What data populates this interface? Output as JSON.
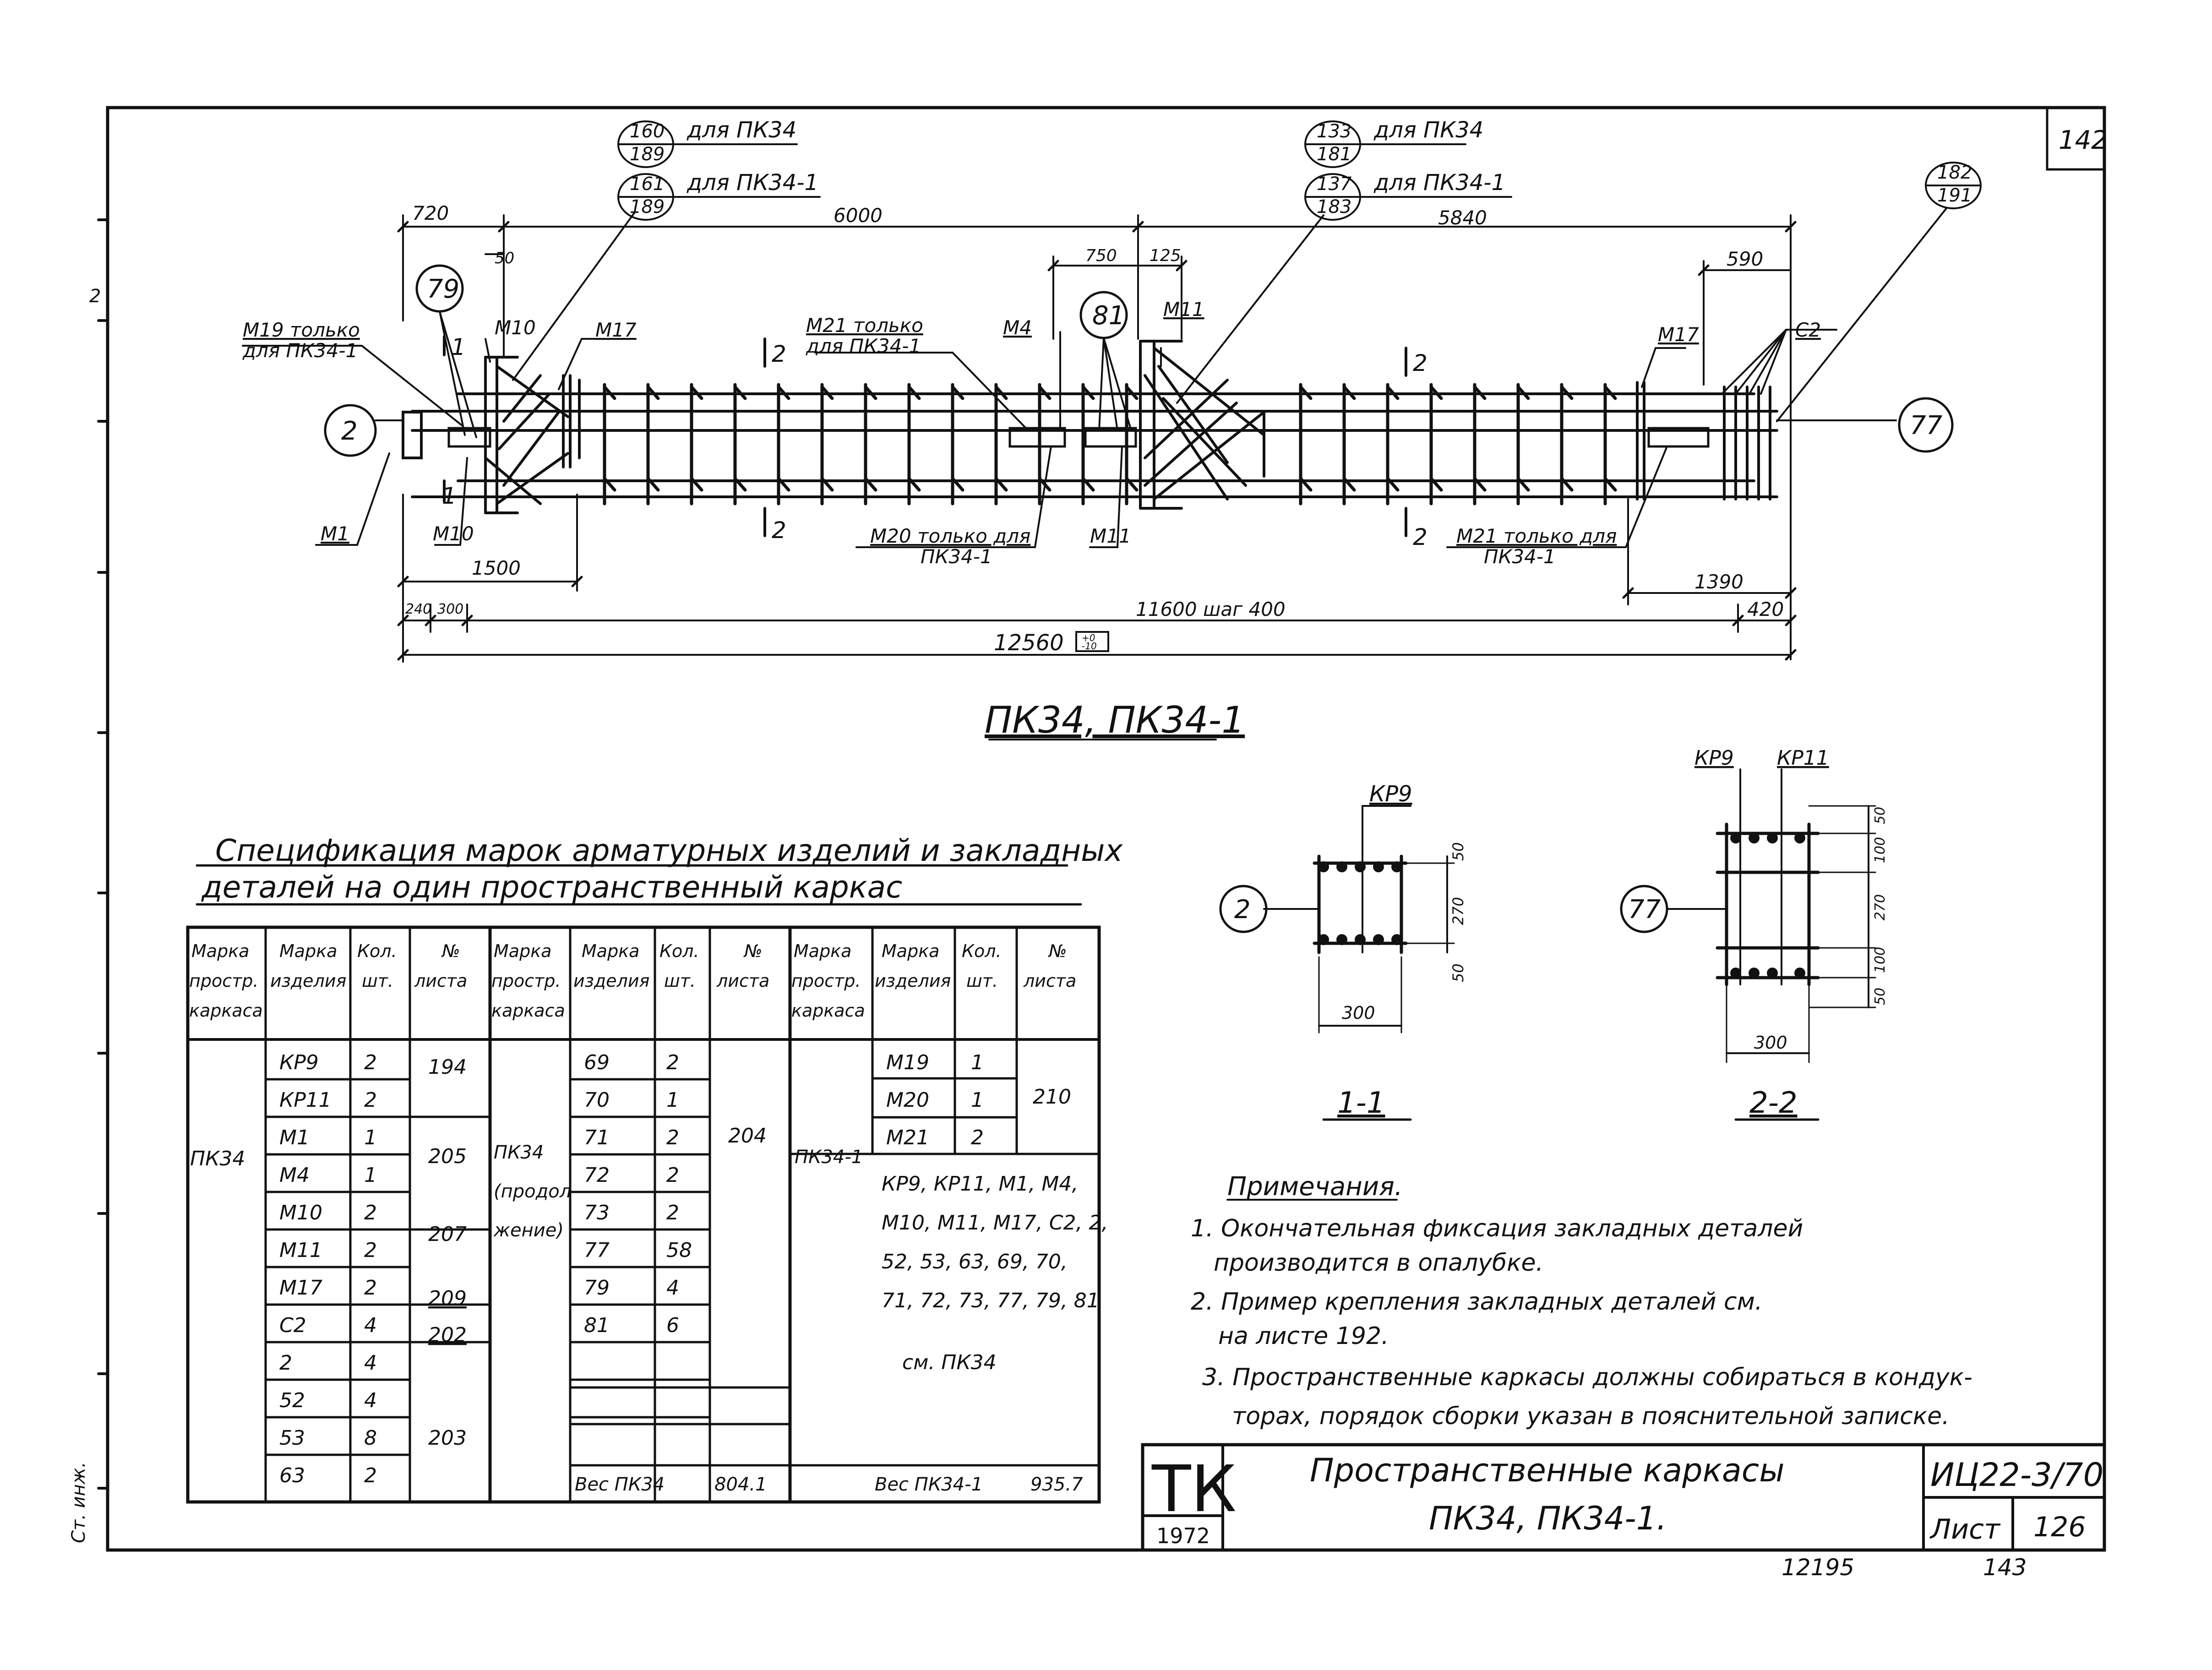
{
  "sheet": {
    "corner_number": "142",
    "designation": "ИЦ22-3/70",
    "list_label": "Лист",
    "list_number": "126",
    "org": "ТК",
    "year": "1972",
    "title_line1": "Пространственные каркасы",
    "title_line2": "ПК34, ПК34-1.",
    "bottom_note_1": "12195",
    "bottom_note_2": "143",
    "left_edge_text": "Ст. инж.",
    "left_edge_number": "2"
  },
  "drawing": {
    "title": "ПК34, ПК34-1",
    "callouts": {
      "c1_top": "160",
      "c1_bottom": "189",
      "c1_text": "для ПК34",
      "c2_top": "161",
      "c2_bottom": "189",
      "c2_text": "для ПК34-1",
      "c3_top": "133",
      "c3_bottom": "181",
      "c3_text": "для ПК34",
      "c4_top": "137",
      "c4_bottom": "183",
      "c4_text": "для ПК34-1",
      "c5_top": "182",
      "c5_bottom": "191"
    },
    "circles": {
      "left_end": "2",
      "right_end": "77",
      "mark_79": "79",
      "mark_81": "81"
    },
    "dims": {
      "d720": "720",
      "d6000": "6000",
      "d5840": "5840",
      "d50": "50",
      "d750": "750",
      "d125": "125",
      "d590": "590",
      "d1500": "1500",
      "d1390": "1390",
      "d240": "240",
      "d300": "300",
      "d11600": "11600 шаг 400",
      "d420": "420",
      "d12560": "12560",
      "tol_top": "+0",
      "tol_bottom": "-10"
    },
    "labels": {
      "m19": "М19 только",
      "m19b": "для ПК34-1",
      "m10_top": "М10",
      "m17_left": "М17",
      "m21_top": "М21 только",
      "m21_top_b": "для ПК34-1",
      "m4": "М4",
      "m11_top": "М11",
      "m17_right": "М17",
      "c2": "С2",
      "m1": "М1",
      "m10_bot": "М10",
      "m20": "М20 только для",
      "m20b": "ПК34-1",
      "m11_bot": "М11",
      "m21_bot": "М21 только для",
      "m21_bot_b": "ПК34-1",
      "sec1": "1",
      "sec2": "2"
    }
  },
  "sections": {
    "s11": {
      "title": "1-1",
      "kr": "КР9",
      "circle": "2",
      "d50a": "50",
      "d270": "270",
      "d50b": "50",
      "d300": "300"
    },
    "s22": {
      "title": "2-2",
      "kr1": "КР9",
      "kr2": "КР11",
      "circle": "77",
      "d50a": "50",
      "d100a": "100",
      "d270": "270",
      "d100b": "100",
      "d50b": "50",
      "d300": "300"
    }
  },
  "spec": {
    "title_line1": "Спецификация марок арматурных изделий и закладных",
    "title_line2": "деталей на один пространственный каркас",
    "headers": {
      "h1a": "Марка",
      "h1b": "простр.",
      "h1c": "каркаса",
      "h2a": "Марка",
      "h2b": "изделия",
      "h3a": "Кол.",
      "h3b": "шт.",
      "h4a": "№",
      "h4b": "листа"
    },
    "g1_frame": "ПК34",
    "g1_items": [
      "КР9",
      "КР11",
      "М1",
      "М4",
      "М10",
      "М11",
      "М17",
      "С2",
      "2",
      "52",
      "53",
      "63"
    ],
    "g1_qty": [
      "2",
      "2",
      "1",
      "1",
      "2",
      "2",
      "2",
      "4",
      "4",
      "4",
      "8",
      "2"
    ],
    "g1_sheets": {
      "s194": "194",
      "s205": "205",
      "s207": "207",
      "s209": "209",
      "s202": "202",
      "s203": "203"
    },
    "g2_frame_a": "ПК34",
    "g2_frame_b": "(продол-",
    "g2_frame_c": "жение)",
    "g2_items": [
      "69",
      "70",
      "71",
      "72",
      "73",
      "77",
      "79",
      "81"
    ],
    "g2_qty": [
      "2",
      "1",
      "2",
      "2",
      "2",
      "58",
      "4",
      "6"
    ],
    "g2_sheet": "204",
    "g2_weight_label": "Вес ПК34",
    "g2_weight": "804.1",
    "g3_frame": "ПК34-1",
    "g3_items": [
      "М19",
      "М20",
      "М21"
    ],
    "g3_qty": [
      "1",
      "1",
      "2"
    ],
    "g3_sheet": "210",
    "g3_note_1": "КР9, КР11, М1, М4,",
    "g3_note_2": "М10, М11, М17, С2, 2,",
    "g3_note_3": "52, 53, 63, 69, 70,",
    "g3_note_4": "71, 72, 73, 77, 79, 81",
    "g3_note_5": "см. ПК34",
    "g3_weight_label": "Вес ПК34-1",
    "g3_weight": "935.7"
  },
  "notes": {
    "title": "Примечания.",
    "n1a": "1. Окончательная фиксация закладных деталей",
    "n1b": "производится в опалубке.",
    "n2a": "2. Пример крепления закладных деталей см.",
    "n2b": "на листе 192.",
    "n3a": "3. Пространственные каркасы должны собираться в кондук-",
    "n3b": "торах, порядок сборки указан в пояснительной записке."
  }
}
